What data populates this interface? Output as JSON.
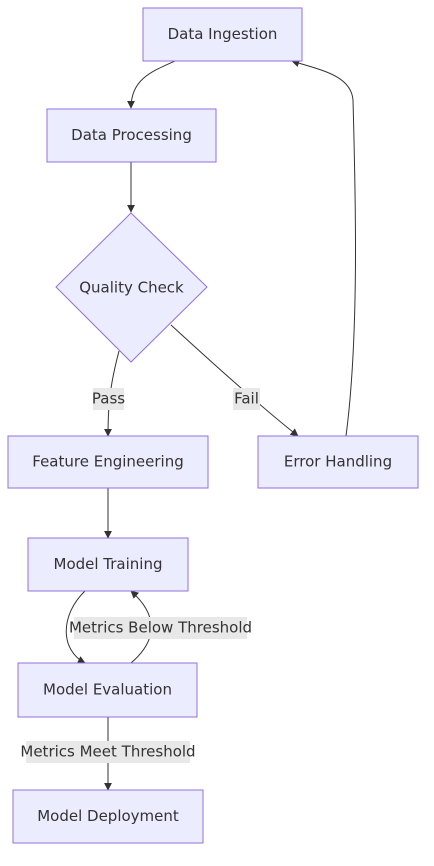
{
  "diagram": {
    "type": "flowchart",
    "nodes": {
      "ingestion": "Data Ingestion",
      "processing": "Data Processing",
      "quality": "Quality Check",
      "feature": "Feature Engineering",
      "error": "Error Handling",
      "training": "Model Training",
      "evaluation": "Model Evaluation",
      "deployment": "Model Deployment"
    },
    "edges": {
      "pass": "Pass",
      "fail": "Fail",
      "below": "Metrics Below Threshold",
      "meet": "Metrics Meet Threshold"
    }
  }
}
